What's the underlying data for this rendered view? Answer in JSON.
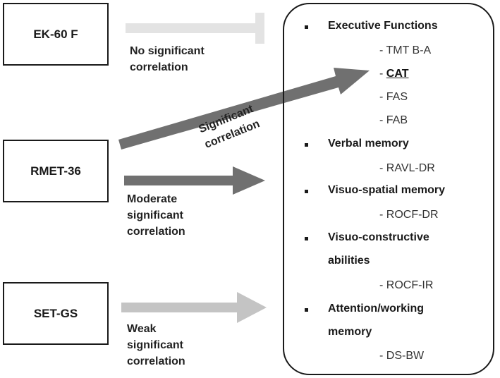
{
  "measures": {
    "ek": "EK-60 F",
    "rmet": "RMET-36",
    "set": "SET-GS"
  },
  "relations": {
    "no_sig_1": "No significant",
    "no_sig_2": "correlation",
    "sig_1": "Significant",
    "sig_2": "correlation",
    "moderate_1": "Moderate",
    "moderate_2": "significant",
    "moderate_3": "correlation",
    "weak_1": "Weak",
    "weak_2": "significant",
    "weak_3": "correlation"
  },
  "domains": {
    "exec": "Executive Functions",
    "tmt": "- TMT B-A",
    "cat_dash": "- ",
    "cat": "CAT",
    "fas": "- FAS",
    "fab": "- FAB",
    "verbal": "Verbal memory",
    "ravl": "- RAVL-DR",
    "visuospatial": "Visuo-spatial memory",
    "rocf_dr": "- ROCF-DR",
    "visuoconstructive_1": "Visuo-constructive",
    "visuoconstructive_2": "abilities",
    "rocf_ir": "- ROCF-IR",
    "attention_1": "Attention/working",
    "attention_2": "memory",
    "ds": "- DS-BW"
  },
  "colors": {
    "none": "#e3e3e3",
    "significant": "#707070",
    "moderate": "#707070",
    "weak": "#c4c4c4"
  }
}
